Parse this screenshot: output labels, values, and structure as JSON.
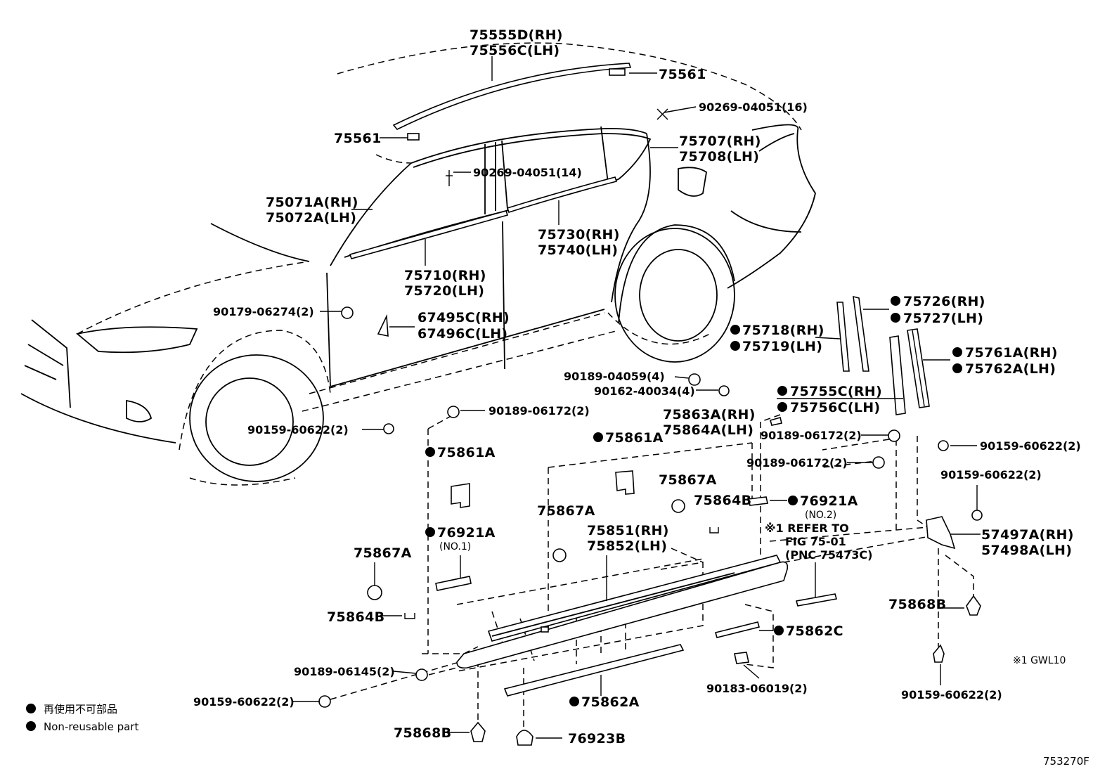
{
  "diagram": {
    "labels": {
      "l_75555d_rh": "75555D(RH)",
      "l_75556c_lh": "75556C(LH)",
      "l_75561_top": "75561",
      "l_90269_16": "90269-04051(16)",
      "l_75561_left": "75561",
      "l_75707_rh": "75707(RH)",
      "l_75708_lh": "75708(LH)",
      "l_90269_14": "90269-04051(14)",
      "l_75071a_rh": "75071A(RH)",
      "l_75072a_lh": "75072A(LH)",
      "l_75730_rh": "75730(RH)",
      "l_75740_lh": "75740(LH)",
      "l_75710_rh": "75710(RH)",
      "l_75720_lh": "75720(LH)",
      "l_90179": "90179-06274(2)",
      "l_67495c_rh": "67495C(RH)",
      "l_67496c_lh": "67496C(LH)",
      "l_75726_rh": "75726(RH)",
      "l_75727_lh": "75727(LH)",
      "l_75718_rh": "75718(RH)",
      "l_75719_lh": "75719(LH)",
      "l_75761a_rh": "75761A(RH)",
      "l_75762a_lh": "75762A(LH)",
      "l_90189_04059": "90189-04059(4)",
      "l_90162_40034": "90162-40034(4)",
      "l_75755c_rh": "75755C(RH)",
      "l_75756c_lh": "75756C(LH)",
      "l_75863a_rh": "75863A(RH)",
      "l_75864a_lh": "75864A(LH)",
      "l_90189_06172_a": "90189-06172(2)",
      "l_90159_60622_a": "90159-60622(2)",
      "l_90189_06172_b": "90189-06172(2)",
      "l_90159_60622_b": "90159-60622(2)",
      "l_90189_06172_c": "90189-06172(2)",
      "l_90159_60622_c": "90159-60622(2)",
      "l_75861a_left": "75861A",
      "l_75861a_mid": "75861A",
      "l_75867a_mid": "75867A",
      "l_75864b_mid": "75864B",
      "l_76921a_no2": "76921A",
      "l_no2": "(NO.2)",
      "l_refer1": "※1 REFER TO",
      "l_refer2": "FIG 75-01",
      "l_refer3": "(PNC 75473C)",
      "l_57497a_rh": "57497A(RH)",
      "l_57498a_lh": "57498A(LH)",
      "l_75867a_center": "75867A",
      "l_75851_rh": "75851(RH)",
      "l_75852_lh": "75852(LH)",
      "l_76921a_no1": "76921A",
      "l_no1": "(NO.1)",
      "l_75867a_left": "75867A",
      "l_75864b_left": "75864B",
      "l_75868b_right": "75868B",
      "l_75862c": "75862C",
      "l_gwl10": "※1 GWL10",
      "l_90189_06145": "90189-06145(2)",
      "l_90183_06019": "90183-06019(2)",
      "l_90159_60622_d": "90159-60622(2)",
      "l_90159_60622_e": "90159-60622(2)",
      "l_75862a": "75862A",
      "l_75868b_bottom": "75868B",
      "l_76923b": "76923B"
    },
    "legend": {
      "jp": "再使用不可部品",
      "en": "Non-reusable part"
    },
    "figure_code": "753270F"
  }
}
